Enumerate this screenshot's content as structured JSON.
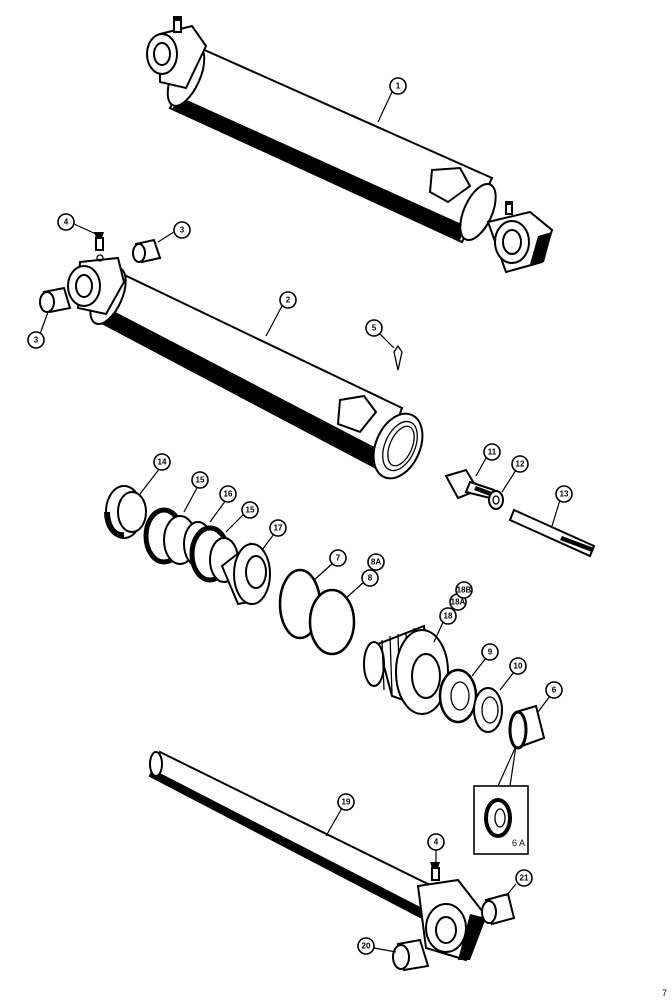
{
  "callouts": {
    "c1": "1",
    "c2": "2",
    "c3a": "3",
    "c3b": "3",
    "c4a": "4",
    "c4b": "4",
    "c5": "5",
    "c6": "6",
    "c7": "7",
    "c8": "8",
    "c8a": "8A",
    "c9": "9",
    "c10": "10",
    "c11": "11",
    "c12": "12",
    "c13": "13",
    "c14": "14",
    "c15a": "15",
    "c15b": "15",
    "c16": "16",
    "c17": "17",
    "c18": "18",
    "c18a": "18A",
    "c18b": "18B",
    "c19": "19",
    "c20": "20",
    "c21": "21"
  },
  "inset": {
    "label": "6 A"
  },
  "page_code": "7"
}
